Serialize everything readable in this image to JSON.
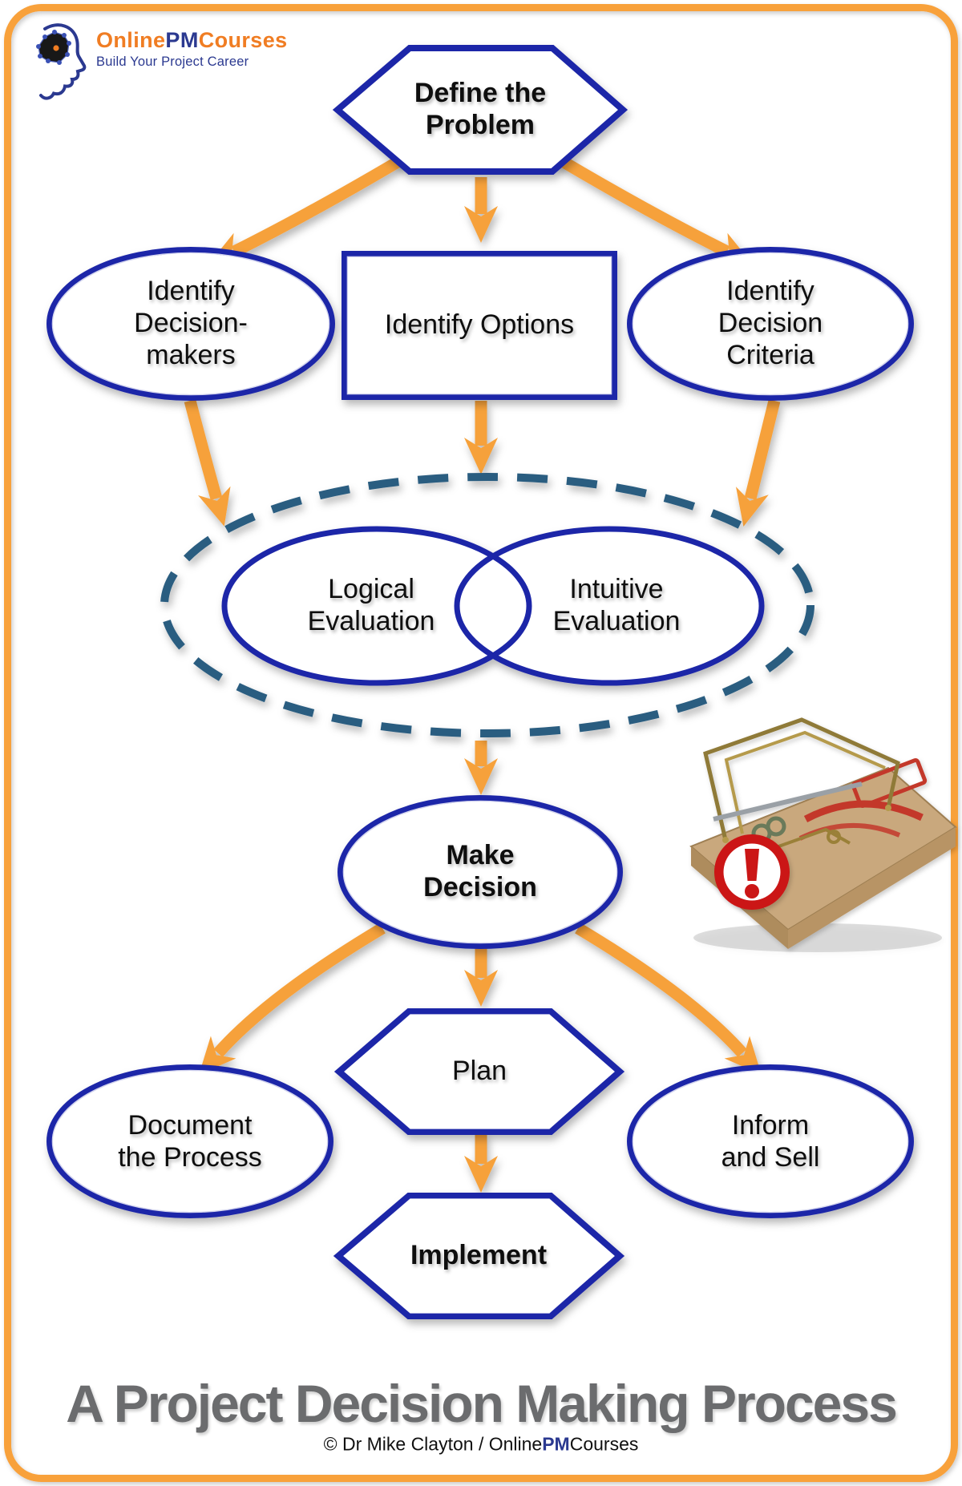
{
  "logo": {
    "brand_online": "Online",
    "brand_pm": "PM",
    "brand_courses": "Courses",
    "tagline": "Build Your Project Career"
  },
  "nodes": {
    "define_problem": "Define the\nProblem",
    "identify_decision_makers": "Identify\nDecision-\nmakers",
    "identify_options": "Identify Options",
    "identify_decision_criteria": "Identify\nDecision\nCriteria",
    "logical_evaluation": "Logical\nEvaluation",
    "intuitive_evaluation": "Intuitive\nEvaluation",
    "make_decision": "Make\nDecision",
    "plan": "Plan",
    "document_process": "Document\nthe Process",
    "inform_sell": "Inform\nand Sell",
    "implement": "Implement"
  },
  "title": "A Project Decision Making Process",
  "footer": {
    "prefix": "© Dr Mike Clayton / Online",
    "pm": "PM",
    "suffix": "Courses"
  },
  "colors": {
    "frame_orange": "#F8A13A",
    "arrow_orange": "#F6A13B",
    "shape_blue": "#1E27A8",
    "dashed_ellipse_blue": "#2B5D80",
    "warning_red": "#CB1212",
    "title_gray": "#6B6C6E",
    "logo_orange": "#F07D23",
    "logo_blue": "#2B3990"
  }
}
